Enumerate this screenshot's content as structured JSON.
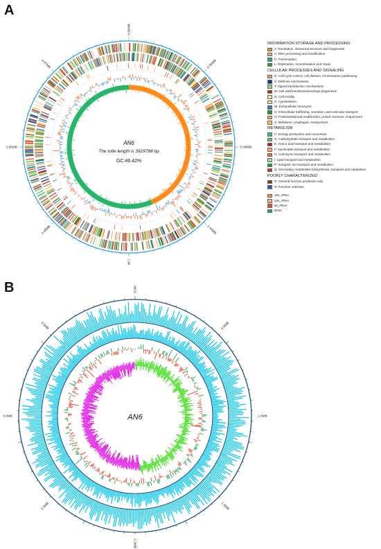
{
  "panels": {
    "a": {
      "label": "A",
      "genome_name": "AN6",
      "total_length_text": "The totle length is 3929788 bp",
      "gc_text": "GC:46.42%",
      "scale_labels": [
        "0.00MB",
        "0.50MB",
        "0.98MB",
        "1.44MB",
        "1.96MB",
        "2.46MB",
        "2.95MB",
        "3.47MB"
      ],
      "legend": [
        {
          "title": "INFORMATION STORAGE AND PROCESSING",
          "items": [
            {
              "text": "J: Translation, ribosomal structure and biogenesis",
              "color": "#f28e2b"
            },
            {
              "text": "A: RNA processing and modification",
              "color": "#f4a582"
            },
            {
              "text": "K: Transcription",
              "color": "#2fa58e"
            },
            {
              "text": "L: Replication, recombination and repair",
              "color": "#2ca02c"
            }
          ]
        },
        {
          "title": "CELLULAR PROCESSES AND SIGNALING",
          "items": [
            {
              "text": "D: Cell cycle control, cell division, chromosome partitioning",
              "color": "#e8a06f"
            },
            {
              "text": "V: Defense mechanisms",
              "color": "#1f2d8f"
            },
            {
              "text": "T: Signal transduction mechanisms",
              "color": "#8fd18f"
            },
            {
              "text": "M: Cell wall/membrane/envelope biogenesis",
              "color": "#c0272d"
            },
            {
              "text": "N: Cell motility",
              "color": "#f7e08a"
            },
            {
              "text": "Z: Cytoskeleton",
              "color": "#f3d9a4"
            },
            {
              "text": "W: Extracellular structures",
              "color": "#2e7fc1"
            },
            {
              "text": "U: Intracellular trafficking, secretion, and vesicular transport",
              "color": "#2f8a3c"
            },
            {
              "text": "O: Posttranslational modification, protein turnover, chaperones",
              "color": "#e8a86a"
            },
            {
              "text": "X: Mobilome: prophages, transposons",
              "color": "#f7c948"
            }
          ]
        },
        {
          "title": "METABOLISM",
          "items": [
            {
              "text": "C: Energy production and conversion",
              "color": "#35b79a"
            },
            {
              "text": "G: Carbohydrate transport and metabolism",
              "color": "#66c25f"
            },
            {
              "text": "E: Amino acid transport and metabolism",
              "color": "#b2182b"
            },
            {
              "text": "F: Nucleotide transport and metabolism",
              "color": "#f4a582"
            },
            {
              "text": "H: Coenzyme transport and metabolism",
              "color": "#ef6c2e"
            },
            {
              "text": "I: Lipid transport and metabolism",
              "color": "#a6dba0"
            },
            {
              "text": "P: Inorganic ion transport and metabolism",
              "color": "#1b9e3e"
            },
            {
              "text": "Q: Secondary metabolites biosynthesis, transport and catabolism",
              "color": "#d7301f"
            }
          ]
        },
        {
          "title": "POORLY CHARACTERIZED",
          "items": [
            {
              "text": "R: General function prediction only",
              "color": "#7f3b08"
            },
            {
              "text": "S: Function unknown",
              "color": "#2166ac"
            }
          ]
        }
      ],
      "rna_legend": [
        {
          "text": "16s_rRNA",
          "color": "#f59a3a"
        },
        {
          "text": "23s_rRNA",
          "color": "#f4b183"
        },
        {
          "text": "5s_rRNA",
          "color": "#e0502a"
        },
        {
          "text": "tRNA",
          "color": "#1aa39a"
        }
      ]
    },
    "b": {
      "label": "B",
      "genome_name": "AN6",
      "scale_labels": [
        "0.00MB",
        "0.5MB",
        "1.0MB",
        "1.5MB",
        "2.0MB",
        "2.5MB",
        "3.0MB",
        "3.5MB"
      ]
    }
  },
  "colors": {
    "scale_blue": "#2b9bd6",
    "outer_dark": "#1f4e79",
    "gc_orange": "#ff6a2b",
    "gc_blue": "#3a9bd8",
    "skew_orange": "#ff8c1a",
    "skew_green": "#26b56a",
    "depth_cyan": "#14c8f0",
    "gc_red": "#e8391f",
    "gc_green": "#239a4a",
    "b_skew_green": "#3fe01b",
    "b_skew_magenta": "#e21be6",
    "legend_title": "#111111"
  }
}
